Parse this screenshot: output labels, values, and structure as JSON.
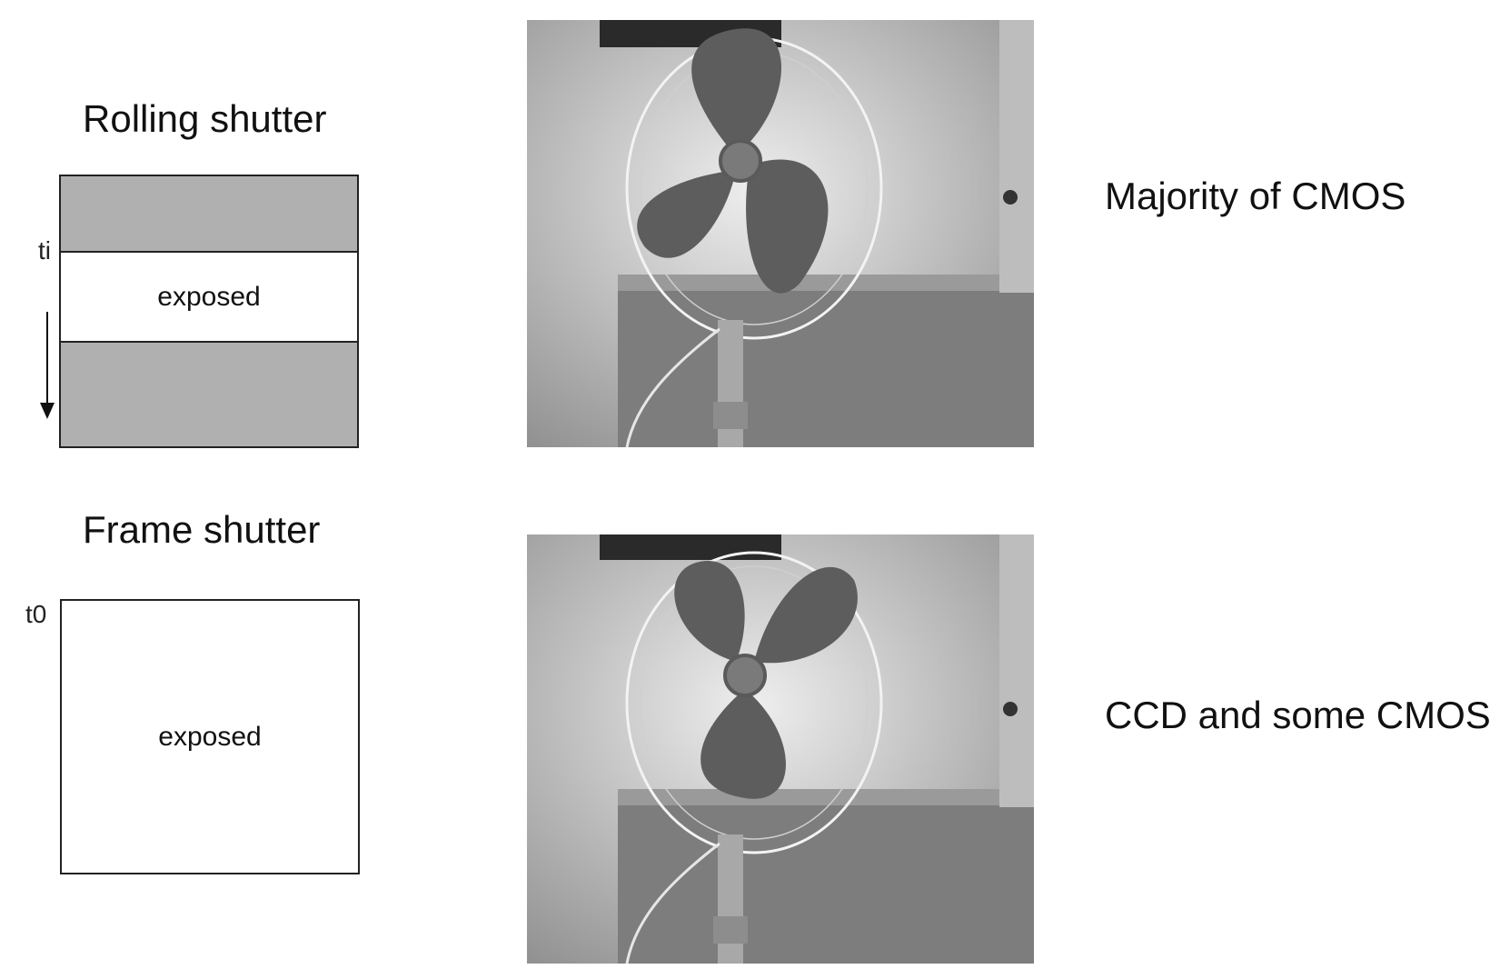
{
  "rolling": {
    "title": "Rolling shutter",
    "time_label": "ti",
    "band_label": "exposed",
    "caption": "Majority of CMOS"
  },
  "frame": {
    "title": "Frame shutter",
    "time_label": "t0",
    "band_label": "exposed",
    "caption": "CCD and some CMOS"
  },
  "colors": {
    "unexposed_band": "#b0b0b0",
    "exposed_band": "#ffffff",
    "outline": "#222222"
  },
  "icons": {
    "time_arrow": "down-arrow-icon"
  }
}
